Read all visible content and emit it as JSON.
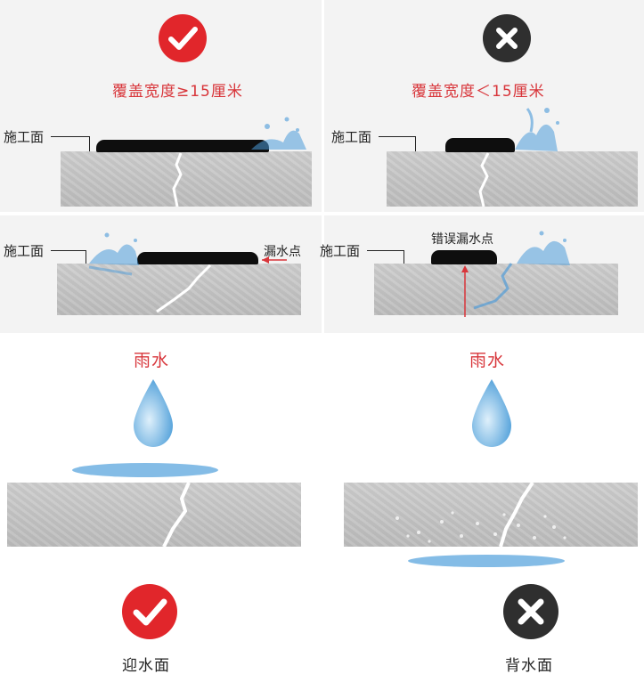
{
  "top_row": {
    "left": {
      "status": "correct",
      "title": "覆盖宽度≥15厘米",
      "surface_label": "施工面"
    },
    "right": {
      "status": "wrong",
      "title": "覆盖宽度＜15厘米",
      "surface_label": "施工面"
    }
  },
  "middle_row": {
    "left": {
      "surface_label": "施工面",
      "leak_label": "漏水点"
    },
    "right": {
      "surface_label": "施工面",
      "leak_label": "错误漏水点"
    }
  },
  "bottom_row": {
    "left": {
      "rain_label": "雨水",
      "status": "correct",
      "caption": "迎水面"
    },
    "right": {
      "rain_label": "雨水",
      "status": "wrong",
      "caption": "背水面"
    }
  },
  "colors": {
    "correct": "#e1262b",
    "wrong": "#2f2f2f",
    "accent_red": "#d8353a",
    "water": "#4a9ad8"
  }
}
